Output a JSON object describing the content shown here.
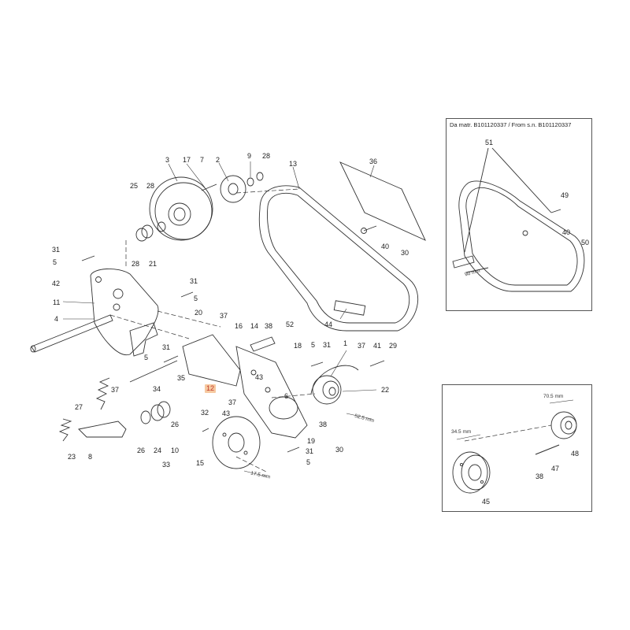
{
  "labels": [
    {
      "text": "3"
    },
    {
      "text": "17"
    },
    {
      "text": "7"
    },
    {
      "text": "2"
    },
    {
      "text": "9"
    },
    {
      "text": "28"
    },
    {
      "text": "13"
    },
    {
      "text": "36"
    },
    {
      "text": "25"
    },
    {
      "text": "28"
    },
    {
      "text": "28"
    },
    {
      "text": "21"
    },
    {
      "text": "31"
    },
    {
      "text": "5"
    },
    {
      "text": "42"
    },
    {
      "text": "11"
    },
    {
      "text": "4"
    },
    {
      "text": "31"
    },
    {
      "text": "5"
    },
    {
      "text": "20"
    },
    {
      "text": "40"
    },
    {
      "text": "30"
    },
    {
      "text": "44"
    },
    {
      "text": "37"
    },
    {
      "text": "16"
    },
    {
      "text": "14"
    },
    {
      "text": "38"
    },
    {
      "text": "52"
    },
    {
      "text": "18"
    },
    {
      "text": "5"
    },
    {
      "text": "31"
    },
    {
      "text": "1"
    },
    {
      "text": "37"
    },
    {
      "text": "41"
    },
    {
      "text": "29"
    },
    {
      "text": "31"
    },
    {
      "text": "5"
    },
    {
      "text": "35"
    },
    {
      "text": "34"
    },
    {
      "text": "37"
    },
    {
      "text": "27"
    },
    {
      "text": "12"
    },
    {
      "text": "37"
    },
    {
      "text": "43"
    },
    {
      "text": "6"
    },
    {
      "text": "22"
    },
    {
      "text": "26"
    },
    {
      "text": "32"
    },
    {
      "text": "43"
    },
    {
      "text": "38"
    },
    {
      "text": "30"
    },
    {
      "text": "23"
    },
    {
      "text": "8"
    },
    {
      "text": "26"
    },
    {
      "text": "24"
    },
    {
      "text": "10"
    },
    {
      "text": "33"
    },
    {
      "text": "15"
    },
    {
      "text": "19"
    },
    {
      "text": "31"
    },
    {
      "text": "5"
    }
  ],
  "dimensions": {
    "main_17_5": "17.5 mm",
    "main_52_5": "52.5 mm"
  },
  "inset_top": {
    "caption": "Da matr. B101120337 / From s.n. B101120337",
    "labels": [
      {
        "text": "51"
      },
      {
        "text": "49"
      },
      {
        "text": "40"
      },
      {
        "text": "50"
      }
    ],
    "dimension": "90 mm"
  },
  "inset_bottom": {
    "labels": [
      {
        "text": "48"
      },
      {
        "text": "47"
      },
      {
        "text": "38"
      },
      {
        "text": "45"
      }
    ],
    "dim_70_5": "70.5 mm",
    "dim_34_5": "34.5 mm"
  },
  "colors": {
    "line": "#333333",
    "highlight_bg": "#f6c9a0",
    "highlight_text": "#c0392b"
  }
}
